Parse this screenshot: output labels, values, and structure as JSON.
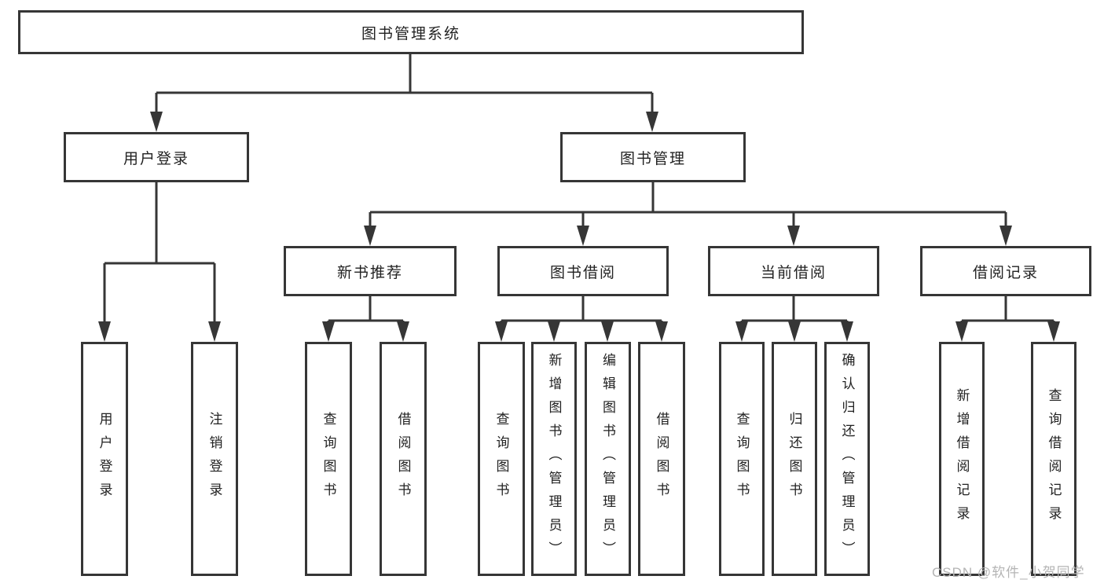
{
  "diagram": {
    "title_node": {
      "label": "图书管理系统"
    },
    "level2": [
      {
        "label": "用户登录"
      },
      {
        "label": "图书管理"
      }
    ],
    "level3": [
      {
        "label": "新书推荐"
      },
      {
        "label": "图书借阅"
      },
      {
        "label": "当前借阅"
      },
      {
        "label": "借阅记录"
      }
    ],
    "leaves": [
      {
        "label": "用户登录"
      },
      {
        "label": "注销登录"
      },
      {
        "label": "查询图书"
      },
      {
        "label": "借阅图书"
      },
      {
        "label": "查询图书"
      },
      {
        "label": "新增图书（管理员）"
      },
      {
        "label": "编辑图书（管理员）"
      },
      {
        "label": "借阅图书"
      },
      {
        "label": "查询图书"
      },
      {
        "label": "归还图书"
      },
      {
        "label": "确认归还（管理员）"
      },
      {
        "label": "新增借阅记录"
      },
      {
        "label": "查询借阅记录"
      }
    ]
  },
  "watermark": {
    "text": "CSDN @软件_小贺同学"
  },
  "colors": {
    "line": "#363636",
    "text": "#222222",
    "watermark_gray": "#b4b4b4",
    "background": "#ffffff"
  }
}
